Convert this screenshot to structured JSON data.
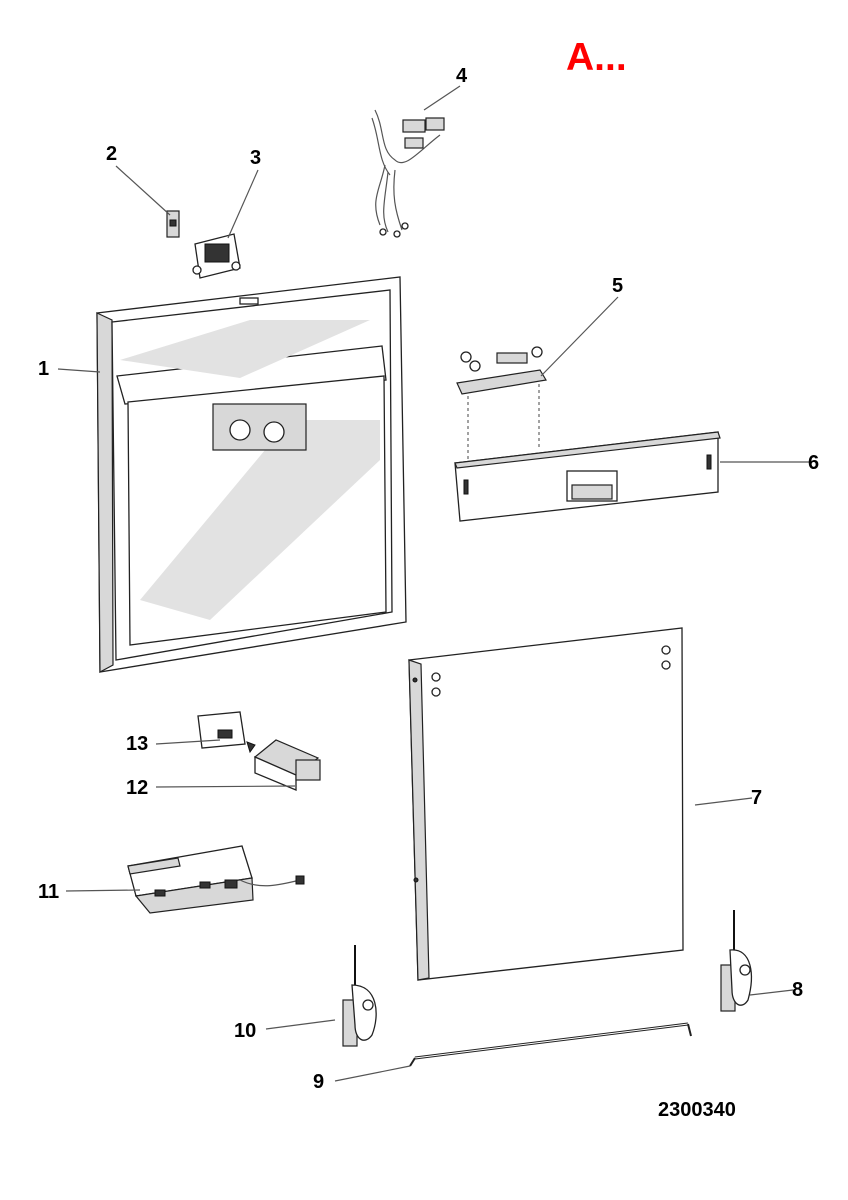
{
  "diagram": {
    "reference_mark": "A...",
    "drawing_number": "2300340",
    "part_labels": [
      "1",
      "2",
      "3",
      "4",
      "5",
      "6",
      "7",
      "8",
      "9",
      "10",
      "11",
      "12",
      "13"
    ]
  }
}
